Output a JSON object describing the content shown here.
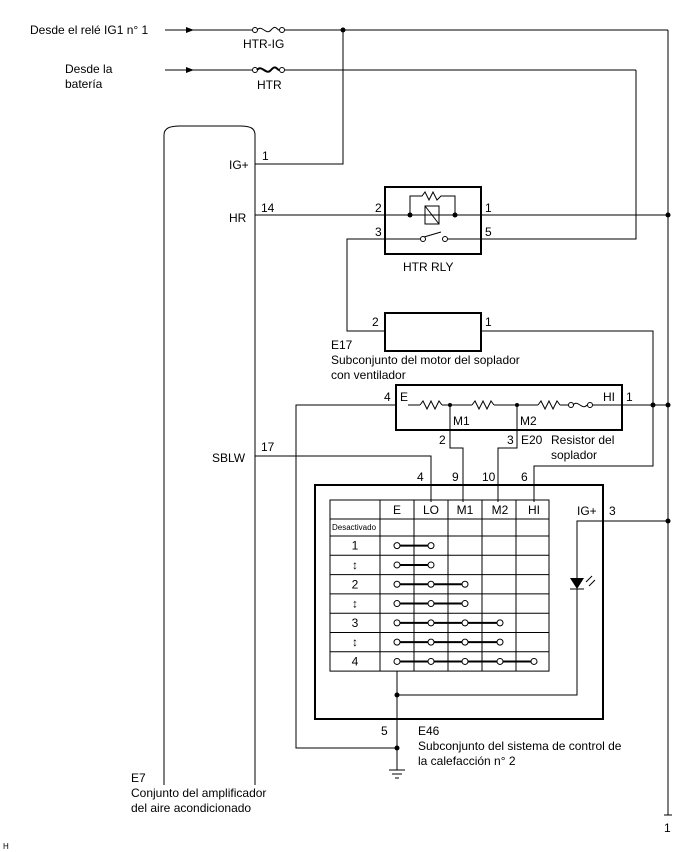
{
  "sources": {
    "ig1_relay": "Desde el relé IG1 n° 1",
    "battery_line1": "Desde la",
    "battery_line2": "batería"
  },
  "fuses": {
    "htr_ig": "HTR-IG",
    "htr": "HTR"
  },
  "e7": {
    "code": "E7",
    "name_line1": "Conjunto del amplificador",
    "name_line2": "del aire acondicionado",
    "pins": [
      {
        "label": "IG+",
        "num": "1"
      },
      {
        "label": "HR",
        "num": "14"
      },
      {
        "label": "SBLW",
        "num": "17"
      }
    ]
  },
  "relay": {
    "name": "HTR RLY",
    "pins": {
      "p2": "2",
      "p1": "1",
      "p3": "3",
      "p5": "5"
    }
  },
  "e17": {
    "code": "E17",
    "name_line1": "Subconjunto del motor del soplador",
    "name_line2": "con ventilador",
    "pin_left": "2",
    "pin_right": "1"
  },
  "e20": {
    "code": "E20",
    "name_line1": "Resistor del",
    "name_line2": "soplador",
    "labels": {
      "e": "E",
      "m1": "M1",
      "m2": "M2",
      "hi": "HI"
    },
    "pins": {
      "p4": "4",
      "p1": "1",
      "p2": "2",
      "p3": "3"
    }
  },
  "e46": {
    "code": "E46",
    "name_line1": "Subconjunto del sistema de control de",
    "name_line2": "la calefacción n° 2",
    "pin_numbers": {
      "p4": "4",
      "p9": "9",
      "p10": "10",
      "p6": "6",
      "p3": "3",
      "p5": "5"
    },
    "ig_label": "IG+",
    "table": {
      "headers": [
        "E",
        "LO",
        "M1",
        "M2",
        "HI"
      ],
      "off_label": "Desactivado",
      "rows": [
        "1",
        "↕",
        "2",
        "↕",
        "3",
        "↕",
        "4"
      ]
    }
  },
  "right_rail_pin": "1",
  "footer_mark": "H"
}
